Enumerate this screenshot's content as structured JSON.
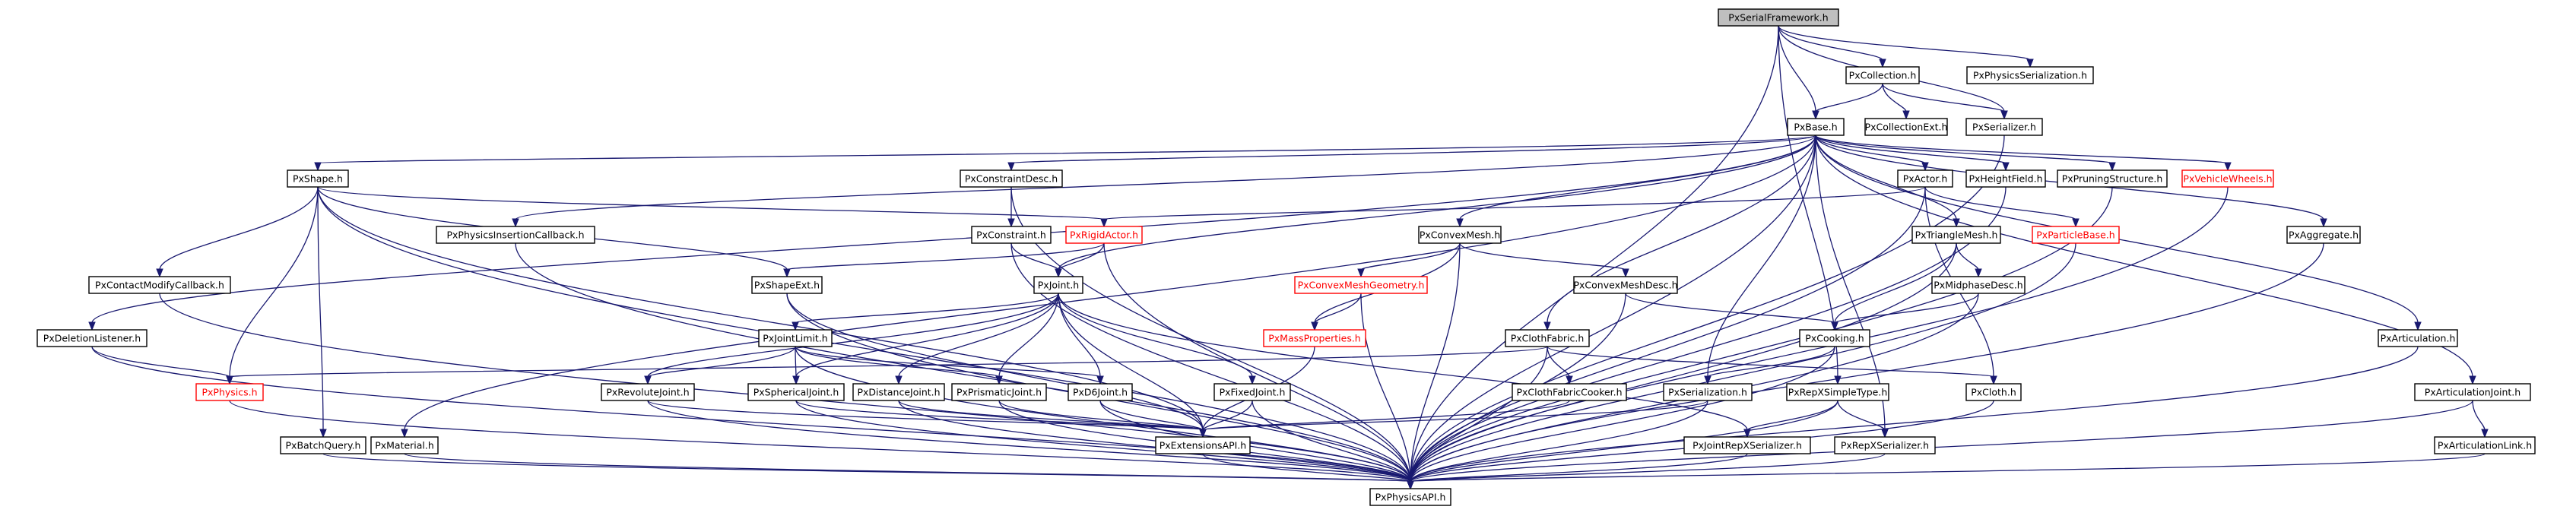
{
  "colors": {
    "edge": "#191970",
    "node_border": "#000000",
    "node_border_undocumented": "#ff0000",
    "root_fill": "#bfbfbf",
    "node_fill": "#ffffff"
  },
  "nodes": [
    {
      "id": "PxSerialFramework",
      "label": "PxSerialFramework.h",
      "root": true
    },
    {
      "id": "PxCollection",
      "label": "PxCollection.h"
    },
    {
      "id": "PxPhysicsSerialization",
      "label": "PxPhysicsSerialization.h"
    },
    {
      "id": "PxBase",
      "label": "PxBase.h"
    },
    {
      "id": "PxCollectionExt",
      "label": "PxCollectionExt.h"
    },
    {
      "id": "PxSerializer",
      "label": "PxSerializer.h"
    },
    {
      "id": "PxShape",
      "label": "PxShape.h"
    },
    {
      "id": "PxConstraintDesc",
      "label": "PxConstraintDesc.h"
    },
    {
      "id": "PxActor",
      "label": "PxActor.h"
    },
    {
      "id": "PxHeightField",
      "label": "PxHeightField.h"
    },
    {
      "id": "PxPruningStructure",
      "label": "PxPruningStructure.h"
    },
    {
      "id": "PxVehicleWheels",
      "label": "PxVehicleWheels.h",
      "red": true
    },
    {
      "id": "PxPhysicsInsertionCallback",
      "label": "PxPhysicsInsertionCallback.h"
    },
    {
      "id": "PxConstraint",
      "label": "PxConstraint.h"
    },
    {
      "id": "PxRigidActor",
      "label": "PxRigidActor.h",
      "red": true
    },
    {
      "id": "PxConvexMesh",
      "label": "PxConvexMesh.h"
    },
    {
      "id": "PxTriangleMesh",
      "label": "PxTriangleMesh.h"
    },
    {
      "id": "PxParticleBase",
      "label": "PxParticleBase.h",
      "red": true
    },
    {
      "id": "PxAggregate",
      "label": "PxAggregate.h"
    },
    {
      "id": "PxContactModifyCallback",
      "label": "PxContactModifyCallback.h"
    },
    {
      "id": "PxShapeExt",
      "label": "PxShapeExt.h"
    },
    {
      "id": "PxJoint",
      "label": "PxJoint.h"
    },
    {
      "id": "PxConvexMeshGeometry",
      "label": "PxConvexMeshGeometry.h",
      "red": true
    },
    {
      "id": "PxConvexMeshDesc",
      "label": "PxConvexMeshDesc.h"
    },
    {
      "id": "PxMidphaseDesc",
      "label": "PxMidphaseDesc.h"
    },
    {
      "id": "PxDeletionListener",
      "label": "PxDeletionListener.h"
    },
    {
      "id": "PxJointLimit",
      "label": "PxJointLimit.h"
    },
    {
      "id": "PxMassProperties",
      "label": "PxMassProperties.h",
      "red": true
    },
    {
      "id": "PxClothFabric",
      "label": "PxClothFabric.h"
    },
    {
      "id": "PxCooking",
      "label": "PxCooking.h"
    },
    {
      "id": "PxArticulation",
      "label": "PxArticulation.h"
    },
    {
      "id": "PxPhysics",
      "label": "PxPhysics.h",
      "red": true
    },
    {
      "id": "PxRevoluteJoint",
      "label": "PxRevoluteJoint.h"
    },
    {
      "id": "PxSphericalJoint",
      "label": "PxSphericalJoint.h"
    },
    {
      "id": "PxDistanceJoint",
      "label": "PxDistanceJoint.h"
    },
    {
      "id": "PxPrismaticJoint",
      "label": "PxPrismaticJoint.h"
    },
    {
      "id": "PxD6Joint",
      "label": "PxD6Joint.h"
    },
    {
      "id": "PxFixedJoint",
      "label": "PxFixedJoint.h"
    },
    {
      "id": "PxClothFabricCooker",
      "label": "PxClothFabricCooker.h"
    },
    {
      "id": "PxSerialization",
      "label": "PxSerialization.h"
    },
    {
      "id": "PxRepXSimpleType",
      "label": "PxRepXSimpleType.h"
    },
    {
      "id": "PxCloth",
      "label": "PxCloth.h"
    },
    {
      "id": "PxArticulationJoint",
      "label": "PxArticulationJoint.h"
    },
    {
      "id": "PxBatchQuery",
      "label": "PxBatchQuery.h"
    },
    {
      "id": "PxMaterial",
      "label": "PxMaterial.h"
    },
    {
      "id": "PxExtensionsAPI",
      "label": "PxExtensionsAPI.h"
    },
    {
      "id": "PxJointRepXSerializer",
      "label": "PxJointRepXSerializer.h"
    },
    {
      "id": "PxRepXSerializer",
      "label": "PxRepXSerializer.h"
    },
    {
      "id": "PxArticulationLink",
      "label": "PxArticulationLink.h"
    },
    {
      "id": "PxPhysicsAPI",
      "label": "PxPhysicsAPI.h"
    }
  ],
  "edges": [
    [
      "PxSerialFramework",
      "PxCollection"
    ],
    [
      "PxSerialFramework",
      "PxPhysicsSerialization"
    ],
    [
      "PxSerialFramework",
      "PxBase"
    ],
    [
      "PxSerialFramework",
      "PxSerializer"
    ],
    [
      "PxSerialFramework",
      "PxRepXSimpleType"
    ],
    [
      "PxSerialFramework",
      "PxPhysicsAPI"
    ],
    [
      "PxCollection",
      "PxBase"
    ],
    [
      "PxCollection",
      "PxCollectionExt"
    ],
    [
      "PxCollection",
      "PxSerializer"
    ],
    [
      "PxSerializer",
      "PxPhysicsAPI"
    ],
    [
      "PxBase",
      "PxShape"
    ],
    [
      "PxBase",
      "PxConstraintDesc"
    ],
    [
      "PxBase",
      "PxActor"
    ],
    [
      "PxBase",
      "PxHeightField"
    ],
    [
      "PxBase",
      "PxPruningStructure"
    ],
    [
      "PxBase",
      "PxVehicleWheels"
    ],
    [
      "PxBase",
      "PxPhysicsInsertionCallback"
    ],
    [
      "PxBase",
      "PxConvexMesh"
    ],
    [
      "PxBase",
      "PxTriangleMesh"
    ],
    [
      "PxBase",
      "PxAggregate"
    ],
    [
      "PxBase",
      "PxJoint"
    ],
    [
      "PxBase",
      "PxDeletionListener"
    ],
    [
      "PxBase",
      "PxClothFabric"
    ],
    [
      "PxBase",
      "PxArticulation"
    ],
    [
      "PxBase",
      "PxSerialization"
    ],
    [
      "PxBase",
      "PxArticulationJoint"
    ],
    [
      "PxBase",
      "PxMaterial"
    ],
    [
      "PxBase",
      "PxRepXSerializer"
    ],
    [
      "PxBase",
      "PxPhysicsAPI"
    ],
    [
      "PxShape",
      "PxContactModifyCallback"
    ],
    [
      "PxShape",
      "PxShapeExt"
    ],
    [
      "PxShape",
      "PxRigidActor"
    ],
    [
      "PxShape",
      "PxPhysics"
    ],
    [
      "PxShape",
      "PxBatchQuery"
    ],
    [
      "PxShape",
      "PxExtensionsAPI"
    ],
    [
      "PxShape",
      "PxPhysicsAPI"
    ],
    [
      "PxConstraintDesc",
      "PxConstraint"
    ],
    [
      "PxConstraintDesc",
      "PxPhysicsAPI"
    ],
    [
      "PxActor",
      "PxRigidActor"
    ],
    [
      "PxActor",
      "PxParticleBase"
    ],
    [
      "PxActor",
      "PxCloth"
    ],
    [
      "PxActor",
      "PxPhysicsAPI"
    ],
    [
      "PxHeightField",
      "PxPhysicsAPI"
    ],
    [
      "PxPruningStructure",
      "PxPhysicsAPI"
    ],
    [
      "PxVehicleWheels",
      "PxPhysicsAPI"
    ],
    [
      "PxPhysicsInsertionCallback",
      "PxPhysicsAPI"
    ],
    [
      "PxConstraint",
      "PxJoint"
    ],
    [
      "PxConstraint",
      "PxPhysicsAPI"
    ],
    [
      "PxRigidActor",
      "PxShapeExt"
    ],
    [
      "PxRigidActor",
      "PxJoint"
    ],
    [
      "PxRigidActor",
      "PxPhysicsAPI"
    ],
    [
      "PxConvexMesh",
      "PxConvexMeshGeometry"
    ],
    [
      "PxConvexMesh",
      "PxConvexMeshDesc"
    ],
    [
      "PxConvexMesh",
      "PxMassProperties"
    ],
    [
      "PxConvexMesh",
      "PxPhysicsAPI"
    ],
    [
      "PxTriangleMesh",
      "PxMidphaseDesc"
    ],
    [
      "PxTriangleMesh",
      "PxCooking"
    ],
    [
      "PxTriangleMesh",
      "PxPhysicsAPI"
    ],
    [
      "PxParticleBase",
      "PxPhysicsAPI"
    ],
    [
      "PxAggregate",
      "PxPhysicsAPI"
    ],
    [
      "PxContactModifyCallback",
      "PxPhysicsAPI"
    ],
    [
      "PxShapeExt",
      "PxExtensionsAPI"
    ],
    [
      "PxShapeExt",
      "PxPhysicsAPI"
    ],
    [
      "PxJoint",
      "PxJointLimit"
    ],
    [
      "PxJoint",
      "PxRevoluteJoint"
    ],
    [
      "PxJoint",
      "PxSphericalJoint"
    ],
    [
      "PxJoint",
      "PxDistanceJoint"
    ],
    [
      "PxJoint",
      "PxPrismaticJoint"
    ],
    [
      "PxJoint",
      "PxD6Joint"
    ],
    [
      "PxJoint",
      "PxFixedJoint"
    ],
    [
      "PxJoint",
      "PxExtensionsAPI"
    ],
    [
      "PxJoint",
      "PxJointRepXSerializer"
    ],
    [
      "PxConvexMeshGeometry",
      "PxMassProperties"
    ],
    [
      "PxConvexMeshGeometry",
      "PxPhysicsAPI"
    ],
    [
      "PxConvexMeshDesc",
      "PxCooking"
    ],
    [
      "PxConvexMeshDesc",
      "PxPhysicsAPI"
    ],
    [
      "PxMidphaseDesc",
      "PxCooking"
    ],
    [
      "PxMidphaseDesc",
      "PxPhysicsAPI"
    ],
    [
      "PxDeletionListener",
      "PxPhysics"
    ],
    [
      "PxDeletionListener",
      "PxPhysicsAPI"
    ],
    [
      "PxJointLimit",
      "PxRevoluteJoint"
    ],
    [
      "PxJointLimit",
      "PxSphericalJoint"
    ],
    [
      "PxJointLimit",
      "PxPrismaticJoint"
    ],
    [
      "PxJointLimit",
      "PxD6Joint"
    ],
    [
      "PxJointLimit",
      "PxPhysicsAPI"
    ],
    [
      "PxMassProperties",
      "PxExtensionsAPI"
    ],
    [
      "PxClothFabric",
      "PxPhysics"
    ],
    [
      "PxClothFabric",
      "PxClothFabricCooker"
    ],
    [
      "PxClothFabric",
      "PxCloth"
    ],
    [
      "PxClothFabric",
      "PxPhysicsAPI"
    ],
    [
      "PxCooking",
      "PxSerialization"
    ],
    [
      "PxCooking",
      "PxPhysicsAPI"
    ],
    [
      "PxArticulation",
      "PxPhysicsAPI"
    ],
    [
      "PxPhysics",
      "PxPhysicsAPI"
    ],
    [
      "PxRevoluteJoint",
      "PxExtensionsAPI"
    ],
    [
      "PxRevoluteJoint",
      "PxPhysicsAPI"
    ],
    [
      "PxSphericalJoint",
      "PxExtensionsAPI"
    ],
    [
      "PxSphericalJoint",
      "PxPhysicsAPI"
    ],
    [
      "PxDistanceJoint",
      "PxExtensionsAPI"
    ],
    [
      "PxDistanceJoint",
      "PxPhysicsAPI"
    ],
    [
      "PxPrismaticJoint",
      "PxExtensionsAPI"
    ],
    [
      "PxPrismaticJoint",
      "PxPhysicsAPI"
    ],
    [
      "PxD6Joint",
      "PxExtensionsAPI"
    ],
    [
      "PxD6Joint",
      "PxPhysicsAPI"
    ],
    [
      "PxFixedJoint",
      "PxExtensionsAPI"
    ],
    [
      "PxFixedJoint",
      "PxPhysicsAPI"
    ],
    [
      "PxClothFabricCooker",
      "PxExtensionsAPI"
    ],
    [
      "PxSerialization",
      "PxExtensionsAPI"
    ],
    [
      "PxSerialization",
      "PxPhysicsAPI"
    ],
    [
      "PxRepXSimpleType",
      "PxJointRepXSerializer"
    ],
    [
      "PxRepXSimpleType",
      "PxRepXSerializer"
    ],
    [
      "PxRepXSimpleType",
      "PxPhysicsAPI"
    ],
    [
      "PxCloth",
      "PxPhysicsAPI"
    ],
    [
      "PxArticulationJoint",
      "PxArticulationLink"
    ],
    [
      "PxArticulationJoint",
      "PxPhysicsAPI"
    ],
    [
      "PxBatchQuery",
      "PxPhysicsAPI"
    ],
    [
      "PxMaterial",
      "PxPhysicsAPI"
    ],
    [
      "PxExtensionsAPI",
      "PxPhysicsAPI"
    ],
    [
      "PxJointRepXSerializer",
      "PxPhysicsAPI"
    ],
    [
      "PxRepXSerializer",
      "PxPhysicsAPI"
    ],
    [
      "PxArticulationLink",
      "PxPhysicsAPI"
    ]
  ]
}
